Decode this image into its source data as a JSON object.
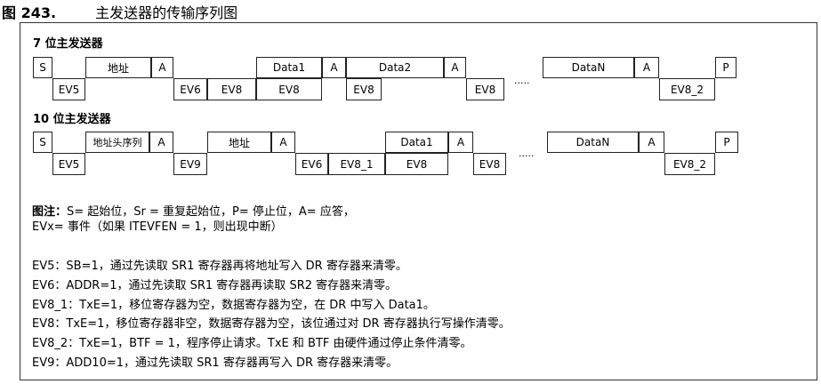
{
  "figure": {
    "number": "图 243.",
    "title": "主发送器的传输序列图"
  },
  "seq7": {
    "title": "7 位主发送器",
    "top": [
      "S",
      "地址",
      "A",
      "Data1",
      "A",
      "Data2",
      "A",
      "DataN",
      "A",
      "P"
    ],
    "bottom": [
      "EV5",
      "EV6",
      "EV8",
      "EV8",
      "EV8",
      "EV8",
      "EV8_2"
    ],
    "ellipsis": "....."
  },
  "seq10": {
    "title": "10 位主发送器",
    "top": [
      "S",
      "地址头序列",
      "A",
      "地址",
      "A",
      "Data1",
      "A",
      "DataN",
      "A",
      "P"
    ],
    "bottom": [
      "EV5",
      "EV9",
      "EV6",
      "EV8_1",
      "EV8",
      "EV8",
      "EV8_2"
    ],
    "ellipsis": "....."
  },
  "legend": {
    "label": "图注：",
    "line1": "S= 起始位，Sr = 重复起始位，P= 停止位，A= 应答，",
    "line2": "EVx= 事件（如果 ITEVFEN = 1，则出现中断）"
  },
  "notes": [
    "EV5：SB=1，通过先读取 SR1 寄存器再将地址写入 DR 寄存器来清零。",
    "EV6：ADDR=1，通过先读取 SR1 寄存器再读取 SR2 寄存器来清零。",
    "EV8_1：TxE=1，移位寄存器为空，数据寄存器为空，在 DR 中写入 Data1。",
    "EV8：TxE=1，移位寄存器非空，数据寄存器为空，该位通过对 DR 寄存器执行写操作清零。",
    "EV8_2：TxE=1，BTF = 1，程序停止请求。TxE 和 BTF 由硬件通过停止条件清零。",
    "EV9：ADD10=1，通过先读取 SR1 寄存器再写入 DR 寄存器来清零。"
  ]
}
